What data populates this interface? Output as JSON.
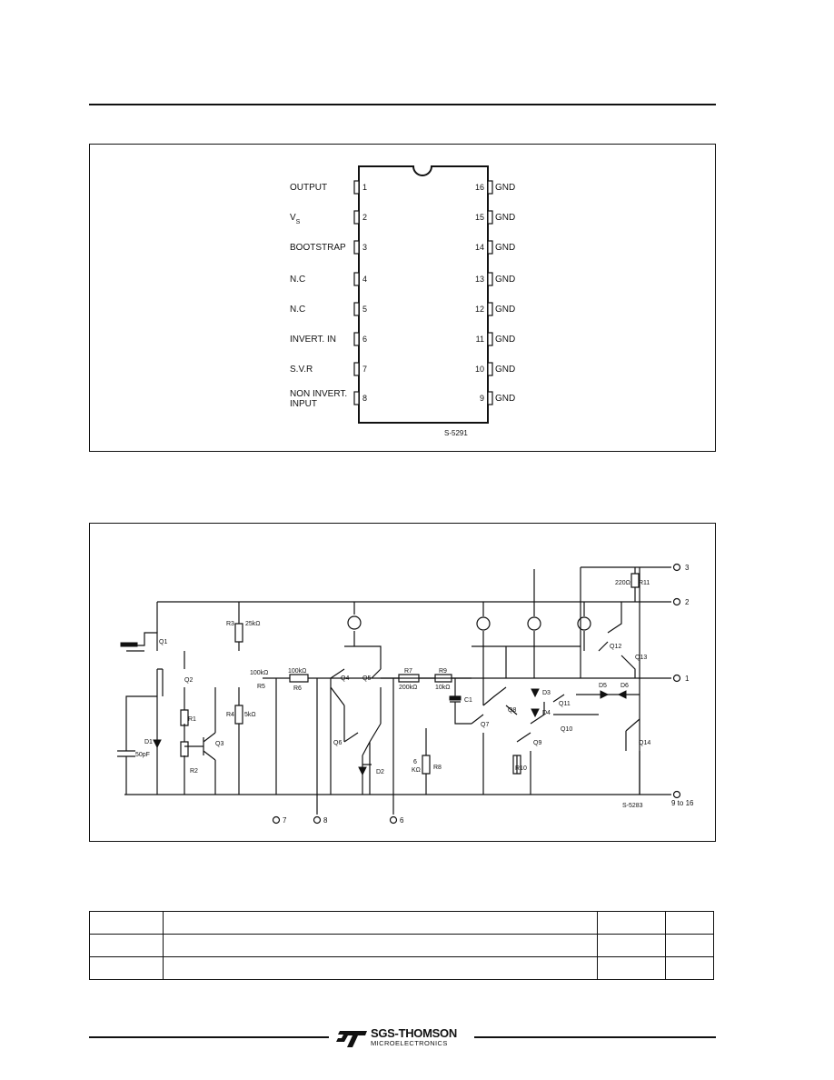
{
  "pin_diagram": {
    "pins_left": [
      {
        "num": "1",
        "label": "OUTPUT"
      },
      {
        "num": "2",
        "label": "V",
        "sub": "S"
      },
      {
        "num": "3",
        "label": "BOOTSTRAP"
      },
      {
        "num": "4",
        "label": "N.C"
      },
      {
        "num": "5",
        "label": "N.C"
      },
      {
        "num": "6",
        "label": "INVERT. IN"
      },
      {
        "num": "7",
        "label": "S.V.R"
      },
      {
        "num": "8",
        "label": "NON INVERT.",
        "label2": "INPUT"
      }
    ],
    "pins_right": [
      {
        "num": "16",
        "label": "GND"
      },
      {
        "num": "15",
        "label": "GND"
      },
      {
        "num": "14",
        "label": "GND"
      },
      {
        "num": "13",
        "label": "GND"
      },
      {
        "num": "12",
        "label": "GND"
      },
      {
        "num": "11",
        "label": "GND"
      },
      {
        "num": "10",
        "label": "GND"
      },
      {
        "num": "9",
        "label": "GND"
      }
    ],
    "ref": "S-5291"
  },
  "schematic": {
    "ref": "S-5283",
    "terminals": {
      "t3": "3",
      "t2": "2",
      "t1": "1",
      "t9": "9 to 16",
      "t7": "7",
      "t8": "8",
      "t6": "6"
    },
    "components": {
      "c1": "C1",
      "r11": "R11",
      "r11_val": "220Ω",
      "q12": "Q12",
      "q13": "Q13",
      "r3": "R3",
      "r3_val": "25kΩ",
      "q1": "Q1",
      "q2": "Q2",
      "r1": "R1",
      "r2": "R2",
      "d1": "D1",
      "cap": "50pF",
      "q3": "Q3",
      "r4": "R4",
      "r4_val": "5kΩ",
      "r5": "R5",
      "r5_val": "100kΩ",
      "r6": "R6",
      "r6_val": "100kΩ",
      "q4": "Q4",
      "q5": "Q5",
      "q6": "Q6",
      "d2": "D2",
      "r7": "R7",
      "r7_val": "200kΩ",
      "r9": "R9",
      "r9_val": "10kΩ",
      "q8": "Q8",
      "q7": "Q7",
      "r8": "R8",
      "r8_val": "KΩ",
      "r8_pre": "6",
      "d3": "D3",
      "d4": "D4",
      "q11": "Q11",
      "d5": "D5",
      "d6": "D6",
      "q10": "Q10",
      "q9": "Q9",
      "r10": "R10",
      "q14": "Q14"
    }
  },
  "footer": {
    "brand": "SGS-THOMSON",
    "subbrand": "MICROELECTRONICS"
  }
}
